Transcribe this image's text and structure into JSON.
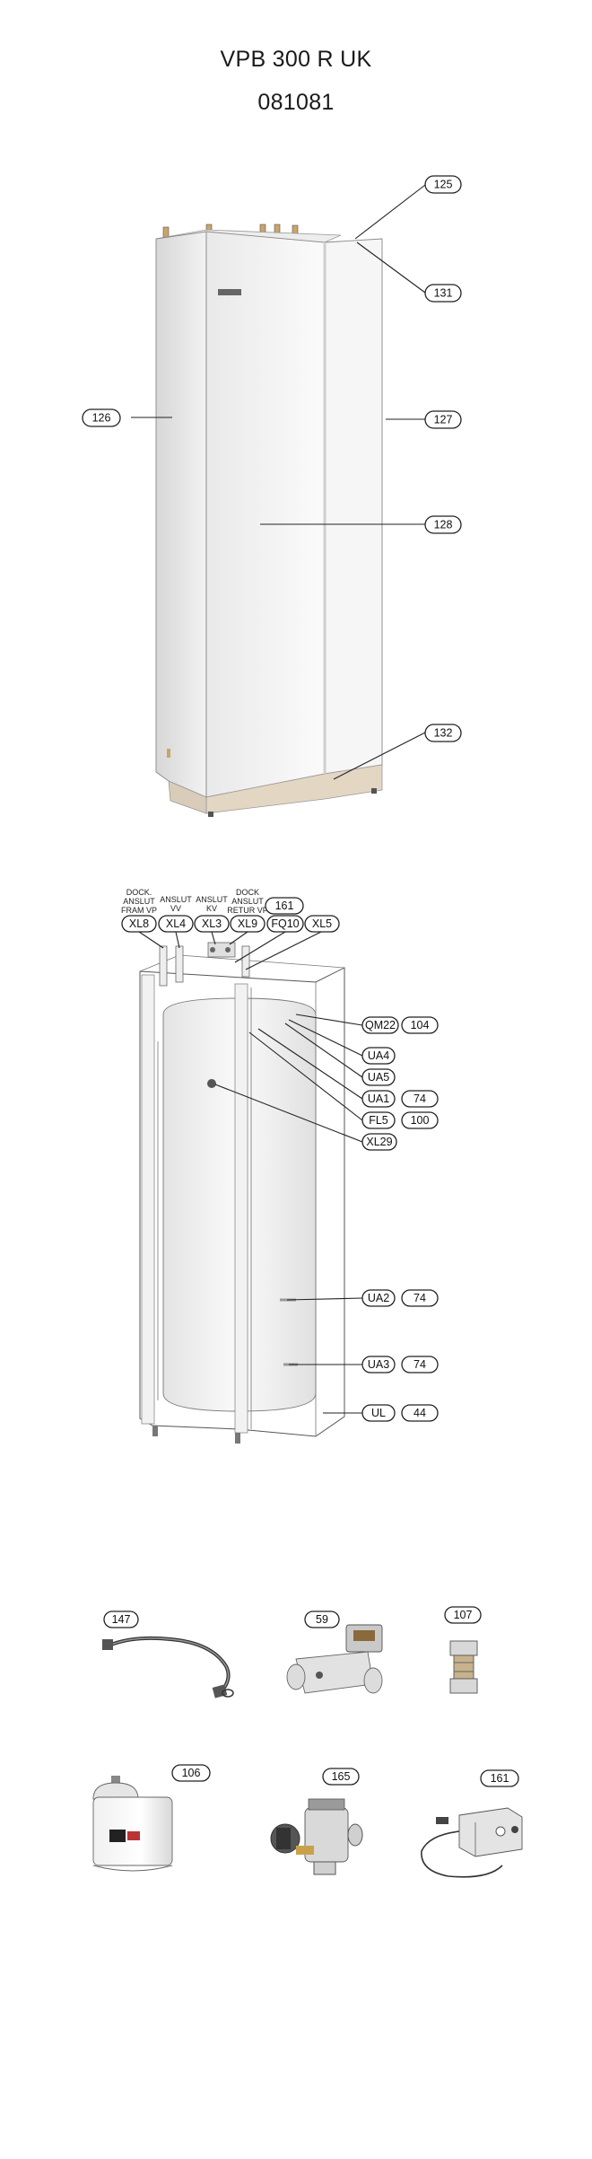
{
  "title": {
    "model": "VPB 300 R UK",
    "part_number": "081081"
  },
  "exterior_callouts": [
    "125",
    "131",
    "126",
    "127",
    "128",
    "132"
  ],
  "top_labels": {
    "xl8": [
      "DOCK.",
      "ANSLUT",
      "FRAM VP"
    ],
    "xl4": [
      "ANSLUT",
      "VV"
    ],
    "xl3": [
      "ANSLUT",
      "KV"
    ],
    "xl9": [
      "DOCK",
      "ANSLUT",
      "RETUR VP"
    ]
  },
  "connection_callouts": [
    "XL8",
    "XL4",
    "XL3",
    "XL9",
    "161",
    "FQ10",
    "XL5"
  ],
  "side_callouts": [
    {
      "code": "QM22",
      "part": "104"
    },
    {
      "code": "UA4",
      "part": ""
    },
    {
      "code": "UA5",
      "part": ""
    },
    {
      "code": "UA1",
      "part": "74"
    },
    {
      "code": "FL5",
      "part": "100"
    },
    {
      "code": "XL29",
      "part": ""
    },
    {
      "code": "UA2",
      "part": "74"
    },
    {
      "code": "UA3",
      "part": "74"
    },
    {
      "code": "UL",
      "part": "44"
    }
  ],
  "accessory_callouts": [
    "147",
    "59",
    "107",
    "106",
    "165",
    "161"
  ],
  "icons": [
    "unit-cabinet-drawing",
    "tank-cutaway-drawing",
    "flex-hose-drawing",
    "solenoid-valve-drawing",
    "check-valve-drawing",
    "expansion-vessel-drawing",
    "mixing-valve-drawing",
    "sensor-box-drawing"
  ]
}
